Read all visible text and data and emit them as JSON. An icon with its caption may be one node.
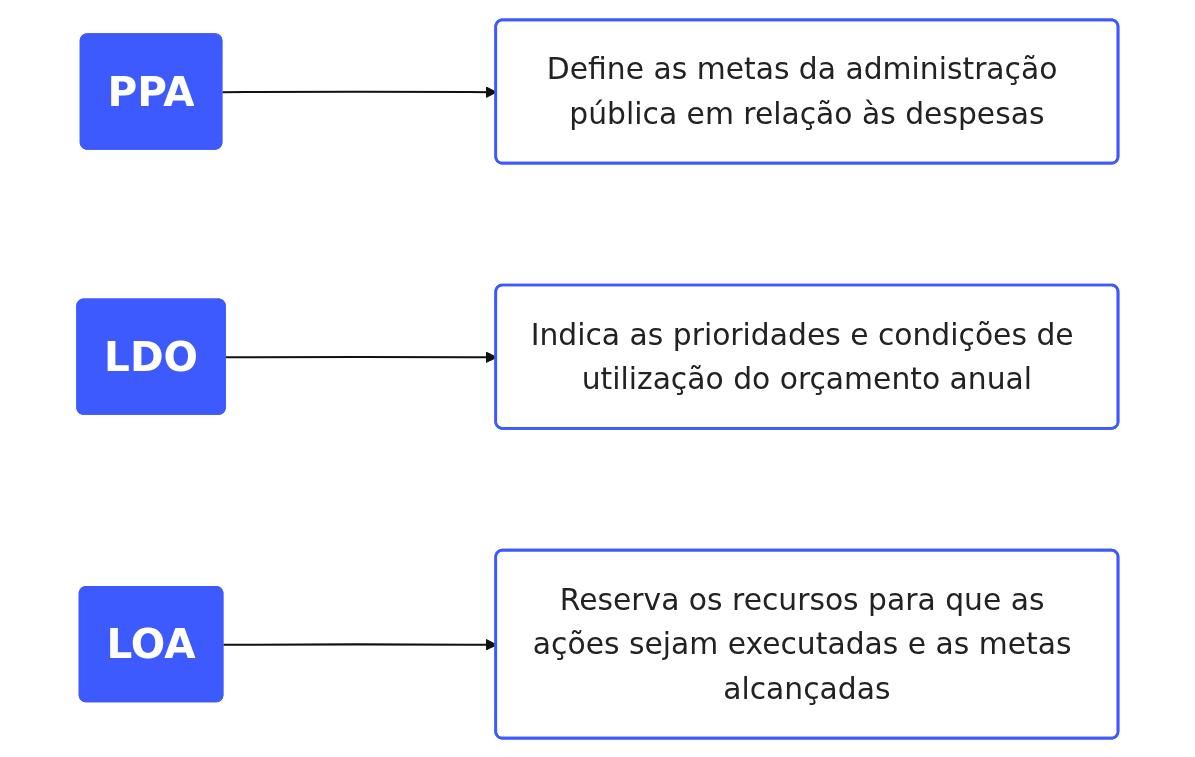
{
  "diagram": {
    "nodes": [
      {
        "text": [
          "PPA"
        ]
      },
      {
        "text": [
          "Define as metas da administração pública em relação às despesas"
        ]
      },
      {
        "text": [
          "LDO"
        ]
      },
      {
        "text": [
          "Indica as prioridades e condições de utilização do orçamento anual"
        ]
      },
      {
        "text": [
          "LOA"
        ]
      },
      {
        "text": [
          "Reserva os recursos para que as ações sejam executadas e as metas alcançadas"
        ]
      }
    ],
    "edges": [
      {
        "from": 0,
        "to": 1,
        "arrow": "to"
      },
      {
        "from": 2,
        "to": 3,
        "arrow": "to"
      },
      {
        "from": 4,
        "to": 5,
        "arrow": "to"
      }
    ]
  }
}
